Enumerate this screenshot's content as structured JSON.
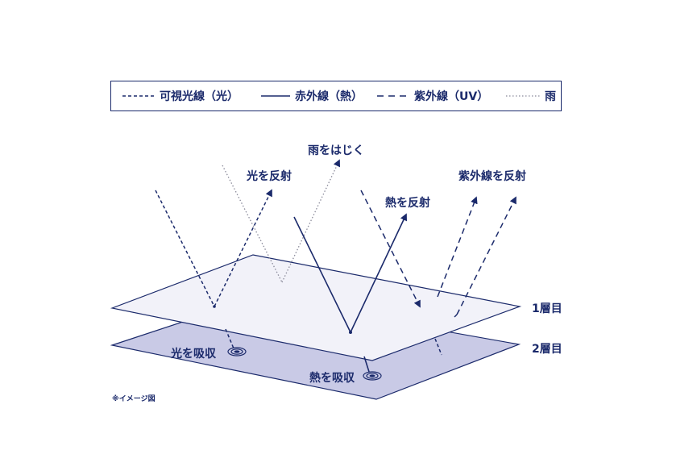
{
  "legend": {
    "visible": "可視光線（光）",
    "infrared": "赤外線（熱）",
    "ultraviolet": "紫外線（UV）",
    "rain": "雨"
  },
  "labels": {
    "reflect_light": "光を反射",
    "repel_rain": "雨をはじく",
    "reflect_heat": "熱を反射",
    "reflect_uv": "紫外線を反射",
    "absorb_light": "光を吸収",
    "absorb_heat": "熱を吸収",
    "layer1": "1層目",
    "layer2": "2層目"
  },
  "note": "※イメージ図",
  "colors": {
    "navy": "#1b2a6b",
    "layer1_fill": "#f2f2f9",
    "layer2_fill": "#c9cae6",
    "rain_gray": "#8a8a9a"
  },
  "icons": [
    "absorb-ripple-icon",
    "arrowhead-icon"
  ]
}
